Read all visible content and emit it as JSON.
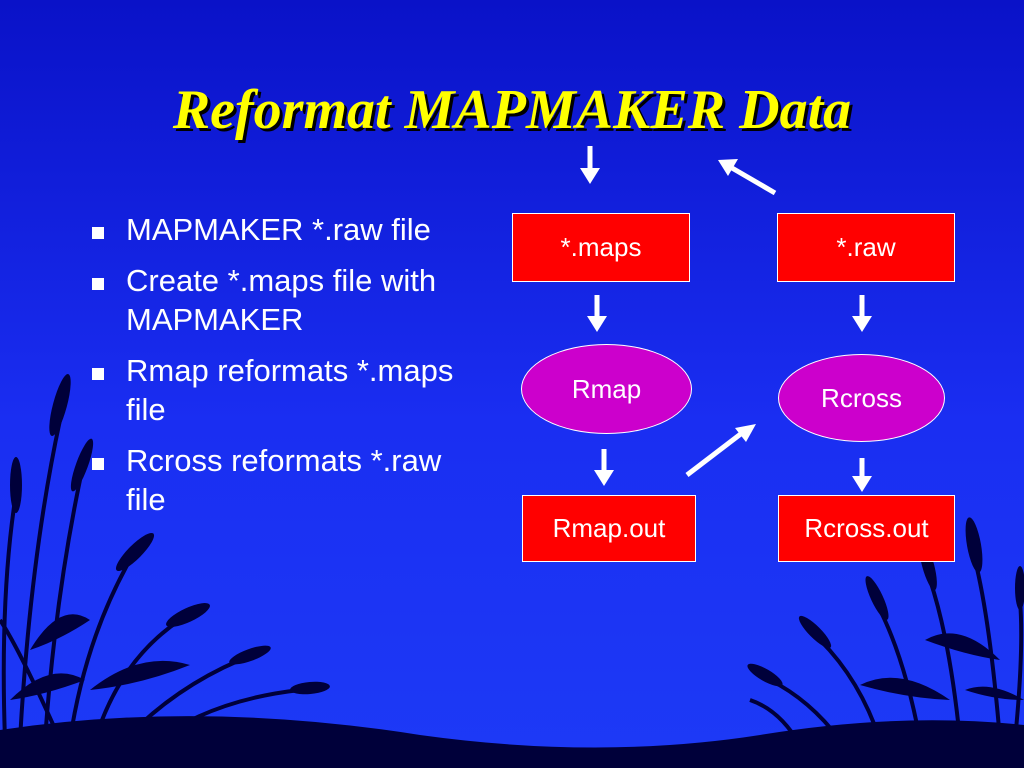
{
  "slide": {
    "title": "Reformat MAPMAKER Data",
    "bullets": [
      "MAPMAKER *.raw file",
      "Create *.maps file with MAPMAKER",
      "Rmap reformats *.maps file",
      "Rcross reformats *.raw file"
    ]
  },
  "diagram": {
    "maps_box": "*.maps",
    "raw_box": "*.raw",
    "rmap_oval": "Rmap",
    "rcross_oval": "Rcross",
    "rmap_out_box": "Rmap.out",
    "rcross_out_box": "Rcross.out"
  },
  "colors": {
    "background": "#1a2ef2",
    "title": "#ffff00",
    "box": "#ff0000",
    "oval": "#cc00cc",
    "text": "#ffffff",
    "silhouette": "#000033"
  }
}
